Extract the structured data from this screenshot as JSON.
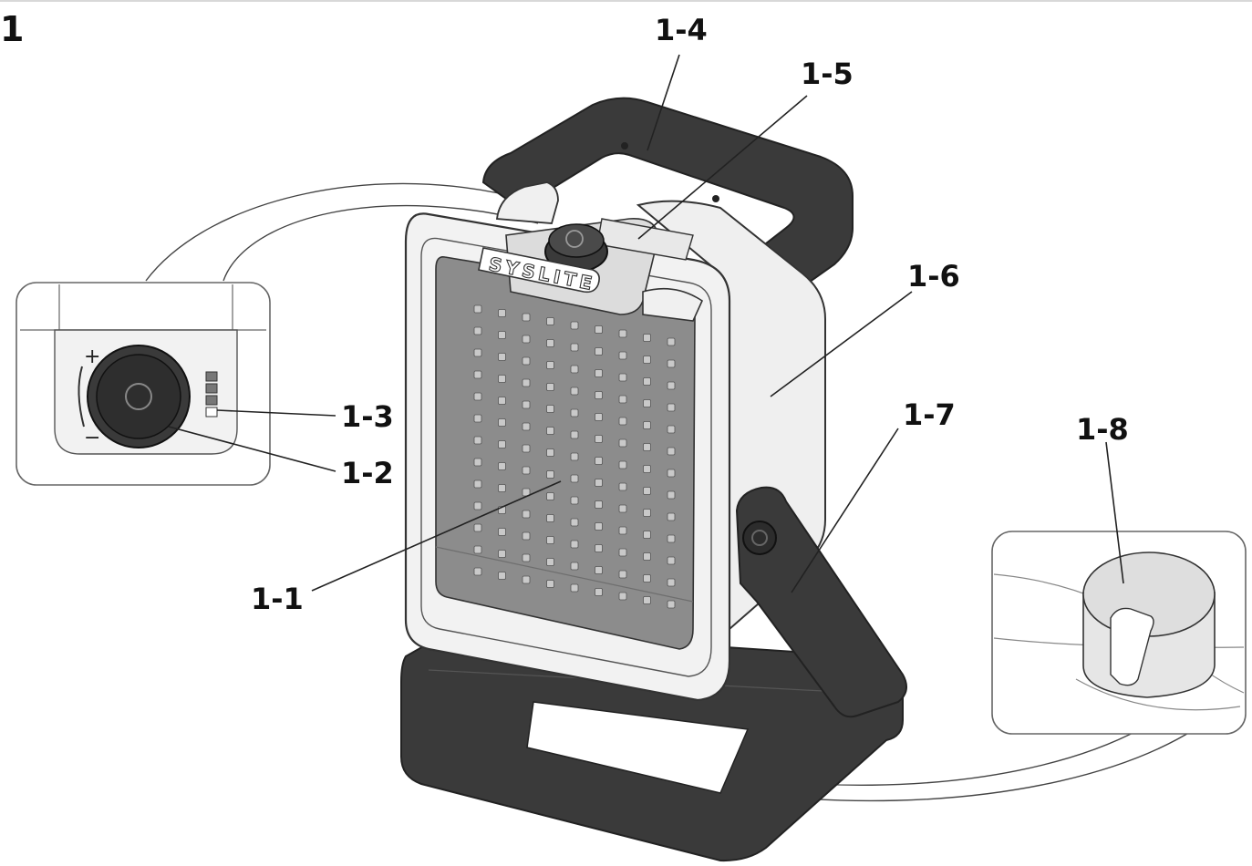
{
  "figure": {
    "number": "1",
    "brand": "SYSLITE",
    "dial_plus": "+",
    "dial_minus": "−"
  },
  "callouts": [
    {
      "id": "1-1",
      "label": "1-1"
    },
    {
      "id": "1-2",
      "label": "1-2"
    },
    {
      "id": "1-3",
      "label": "1-3"
    },
    {
      "id": "1-4",
      "label": "1-4"
    },
    {
      "id": "1-5",
      "label": "1-5"
    },
    {
      "id": "1-6",
      "label": "1-6"
    },
    {
      "id": "1-7",
      "label": "1-7"
    },
    {
      "id": "1-8",
      "label": "1-8"
    }
  ],
  "colors": {
    "housing_dark": "#3a3a3a",
    "housing_light": "#eeeeee",
    "lens": "#8c8c8c",
    "led": "#c9c9c9",
    "outline": "#333333"
  }
}
